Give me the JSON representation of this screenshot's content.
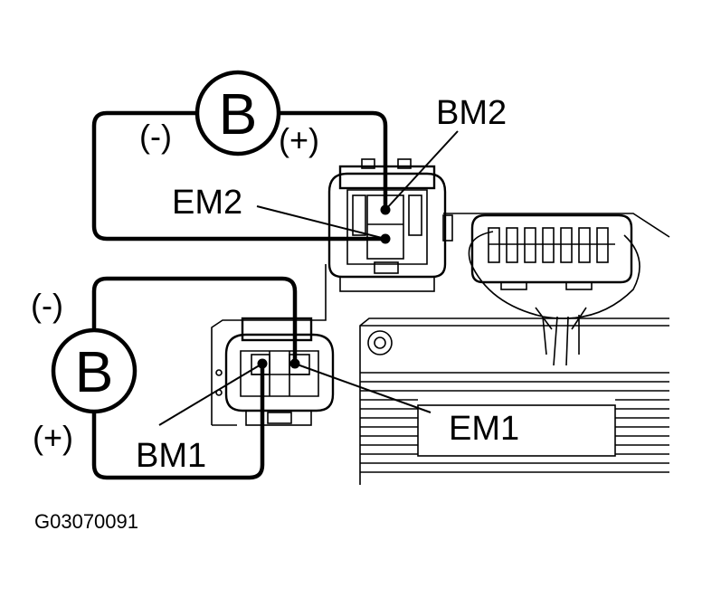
{
  "figure_code": "G03070091",
  "colors": {
    "ink": "#000000",
    "background": "#ffffff"
  },
  "top_circuit": {
    "battery_label": "B",
    "neg_label": "(-)",
    "pos_label": "(+)",
    "terminal_a": "BM2",
    "terminal_b": "EM2"
  },
  "bottom_circuit": {
    "battery_label": "B",
    "neg_label": "(-)",
    "pos_label": "(+)",
    "terminal_a": "BM1",
    "terminal_b": "EM1"
  }
}
